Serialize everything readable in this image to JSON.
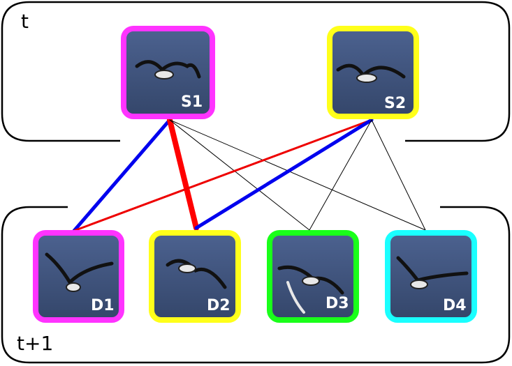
{
  "frames": {
    "top_label": "t",
    "bottom_label": "t+1"
  },
  "nodes": {
    "sources": [
      {
        "id": "S1",
        "label": "S1",
        "border_color": "#ff33ff"
      },
      {
        "id": "S2",
        "label": "S2",
        "border_color": "#ffff1a"
      }
    ],
    "detections": [
      {
        "id": "D1",
        "label": "D1",
        "border_color": "#ff33ff"
      },
      {
        "id": "D2",
        "label": "D2",
        "border_color": "#ffff1a"
      },
      {
        "id": "D3",
        "label": "D3",
        "border_color": "#1aff1a"
      },
      {
        "id": "D4",
        "label": "D4",
        "border_color": "#1affff"
      }
    ]
  },
  "edges": [
    {
      "from": "S1",
      "to": "D1",
      "color": "#0000ee",
      "weight": "medium"
    },
    {
      "from": "S1",
      "to": "D2",
      "color": "#ff0000",
      "weight": "heavy"
    },
    {
      "from": "S1",
      "to": "D3",
      "color": "#000000",
      "weight": "thin"
    },
    {
      "from": "S1",
      "to": "D4",
      "color": "#000000",
      "weight": "thin"
    },
    {
      "from": "S2",
      "to": "D1",
      "color": "#ee0000",
      "weight": "light"
    },
    {
      "from": "S2",
      "to": "D2",
      "color": "#0000ee",
      "weight": "medium"
    },
    {
      "from": "S2",
      "to": "D3",
      "color": "#000000",
      "weight": "thin"
    },
    {
      "from": "S2",
      "to": "D4",
      "color": "#000000",
      "weight": "thin"
    }
  ],
  "colors": {
    "image_bg": "#3f5478",
    "frame_stroke": "#000000"
  }
}
